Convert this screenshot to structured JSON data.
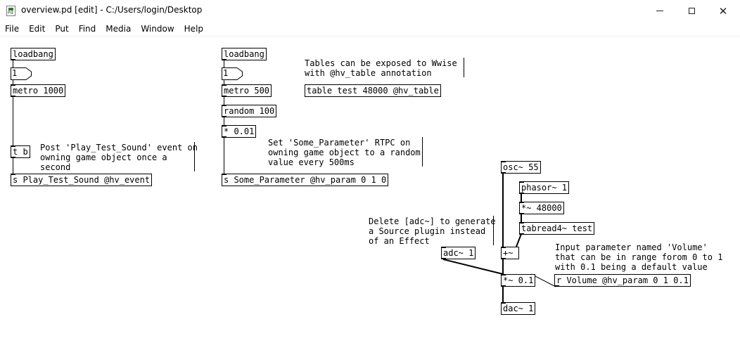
{
  "window": {
    "title": "overview.pd  [edit] - C:/Users/login/Desktop",
    "minimize": "—",
    "close": "✕"
  },
  "menu": [
    "File",
    "Edit",
    "Put",
    "Find",
    "Media",
    "Window",
    "Help"
  ],
  "patch": {
    "objects": {
      "loadbang_left": "loadbang",
      "metro_left": "metro 1000",
      "trigger": "t b",
      "send_event": "s Play_Test_Sound @hv_event",
      "loadbang_mid": "loadbang",
      "metro_mid": "metro 500",
      "random": "random 100",
      "mult_param": "* 0.01",
      "send_param": "s Some_Parameter @hv_param 0 1 0",
      "table": "table test 48000 @hv_table",
      "osc": "osc~ 55",
      "phasor": "phasor~ 1",
      "mult_48000": "*~ 48000",
      "tabread": "tabread4~ test",
      "adc": "adc~ 1",
      "add_sig": "+~",
      "mult_sig": "*~ 0.1",
      "receive_volume": "r Volume @hv_param 0 1 0.1",
      "dac": "dac~ 1"
    },
    "atoms": {
      "num_left": "1",
      "num_mid": "1"
    },
    "comments": {
      "event": "Post 'Play_Test_Sound' event on\nowning game object once a\nsecond",
      "tables": "Tables can be exposed to Wwise\nwith @hv_table annotation",
      "rtpc": "Set 'Some_Parameter' RTPC on\nowning game object to a random\nvalue every 500ms",
      "adc": "Delete [adc~] to generate\na Source plugin instead\nof an Effect",
      "volume": "Input parameter named 'Volume'\nthat can be in range forom 0 to 1\nwith 0.1 being a default value"
    }
  }
}
